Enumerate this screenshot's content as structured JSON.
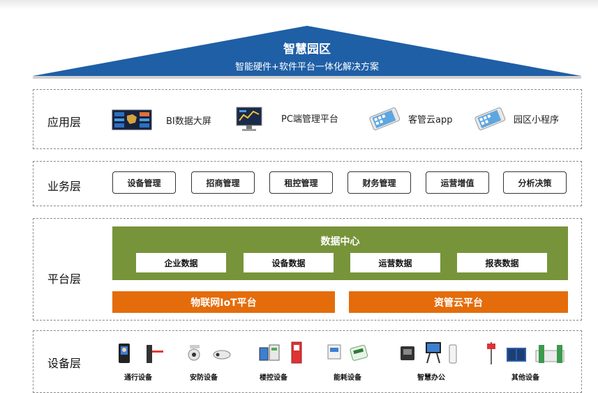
{
  "header": {
    "title": "智慧园区",
    "subtitle": "智能硬件+软件平台一体化解决方案",
    "roof_color": "#1f5fa6"
  },
  "layers": {
    "application": {
      "label": "应用层",
      "items": [
        {
          "label": "BI数据大屏",
          "icon": "dashboard-screen-icon"
        },
        {
          "label": "PC端管理平台",
          "icon": "monitor-icon"
        },
        {
          "label": "客管云app",
          "icon": "smartphone-icon"
        },
        {
          "label": "园区小程序",
          "icon": "smartphone-icon"
        }
      ]
    },
    "business": {
      "label": "业务层",
      "items": [
        "设备管理",
        "招商管理",
        "租控管理",
        "财务管理",
        "运营增值",
        "分析决策"
      ]
    },
    "platform": {
      "label": "平台层",
      "data_center": {
        "title": "数据中心",
        "color": "#77943a",
        "items": [
          "企业数据",
          "设备数据",
          "运营数据",
          "报表数据"
        ]
      },
      "platforms": [
        {
          "label": "物联网IoT平台",
          "color": "#e46c0a"
        },
        {
          "label": "资管云平台",
          "color": "#e46c0a"
        }
      ]
    },
    "device": {
      "label": "设备层",
      "groups": [
        {
          "label": "通行设备"
        },
        {
          "label": "安防设备"
        },
        {
          "label": "楼控设备"
        },
        {
          "label": "能耗设备"
        },
        {
          "label": "智慧办公"
        },
        {
          "label": "其他设备"
        }
      ]
    }
  }
}
